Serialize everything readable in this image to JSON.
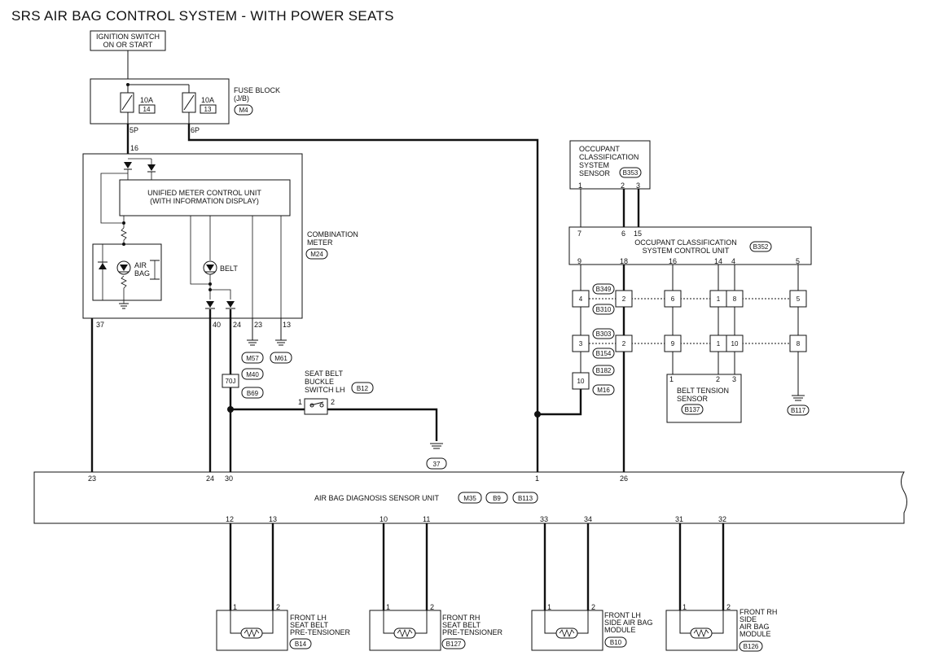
{
  "title": "SRS AIR BAG CONTROL SYSTEM - WITH POWER SEATS",
  "ignition": {
    "line1": "IGNITION SWITCH",
    "line2": "ON OR START"
  },
  "fuse_block": {
    "line1": "FUSE BLOCK",
    "line2": "(J/B)",
    "conn": "M4",
    "fuse_a": {
      "rating": "10A",
      "num": "14"
    },
    "fuse_b": {
      "rating": "10A",
      "num": "13"
    },
    "pin_a": "5P",
    "pin_b": "6P"
  },
  "combination_meter": {
    "line1": "COMBINATION",
    "line2": "METER",
    "conn": "M24",
    "pin_in": "16",
    "unit_line1": "UNIFIED METER CONTROL UNIT",
    "unit_line2": "(WITH INFORMATION DISPLAY)",
    "airbag_line1": "AIR",
    "airbag_line2": "BAG",
    "belt": "BELT",
    "pins": [
      "37",
      "40",
      "24",
      "23",
      "13"
    ],
    "ground_a": "M57",
    "ground_b": "M61"
  },
  "junction": {
    "pin": "70J",
    "conn_a": "M40",
    "conn_b": "B69"
  },
  "buckle_switch": {
    "line1": "SEAT BELT",
    "line2": "BUCKLE",
    "line3": "SWITCH LH",
    "conn": "B12",
    "pin1": "1",
    "pin2": "2"
  },
  "ground_37": "37",
  "ocs_sensor": {
    "line1": "OCCUPANT",
    "line2": "CLASSIFICATION",
    "line3": "SYSTEM",
    "line4": "SENSOR",
    "conn": "B353",
    "pins": [
      "1",
      "2",
      "3"
    ]
  },
  "ocs_unit": {
    "line1": "OCCUPANT CLASSIFICATION",
    "line2": "SYSTEM CONTROL UNIT",
    "conn": "B352",
    "top_pins": [
      "7",
      "6",
      "15"
    ],
    "bottom_pins": [
      "9",
      "18",
      "16",
      "14",
      "4",
      "5"
    ]
  },
  "harness": {
    "row1_conn_a": "B349",
    "row1_conn_b": "B310",
    "row1_pins": [
      "4",
      "2",
      "6",
      "1",
      "8",
      "5"
    ],
    "row2_conn_a": "B303",
    "row2_conn_b": "B154",
    "row2_pins": [
      "3",
      "2",
      "9",
      "1",
      "10",
      "8"
    ],
    "row3_pin": "10",
    "row3_conn_a": "B182",
    "row3_conn_b": "M16"
  },
  "belt_tension": {
    "line1": "BELT TENSION",
    "line2": "SENSOR",
    "conn": "B137",
    "pins": [
      "1",
      "2",
      "3"
    ]
  },
  "ground_b117": "B117",
  "diag_unit": {
    "label": "AIR BAG DIAGNOSIS SENSOR UNIT",
    "conns": [
      "M35",
      "B9",
      "B113"
    ],
    "top_pins": [
      "23",
      "24",
      "30",
      "1",
      "26"
    ],
    "bottom_pins": [
      "12",
      "13",
      "10",
      "11",
      "33",
      "34",
      "31",
      "32"
    ]
  },
  "devices": [
    {
      "line1": "FRONT LH",
      "line2": "SEAT BELT",
      "line3": "PRE-TENSIONER",
      "conn": "B14"
    },
    {
      "line1": "FRONT RH",
      "line2": "SEAT BELT",
      "line3": "PRE-TENSIONER",
      "conn": "B127"
    },
    {
      "line1": "FRONT LH",
      "line2": "SIDE AIR BAG",
      "line3": "MODULE",
      "conn": "B10"
    },
    {
      "line1": "FRONT RH",
      "line2": "SIDE",
      "line3": "AIR BAG",
      "line4": "MODULE",
      "conn": "B126"
    }
  ],
  "device_pins": [
    "1",
    "2"
  ]
}
